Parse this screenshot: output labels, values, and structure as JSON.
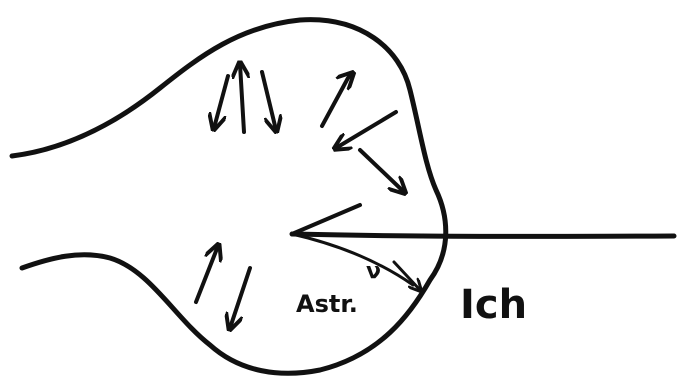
{
  "labels": {
    "astr": "Astr.",
    "nu": "ν",
    "ich": "Ich"
  },
  "colors": {
    "ink": "#111111",
    "background": "#ffffff"
  }
}
